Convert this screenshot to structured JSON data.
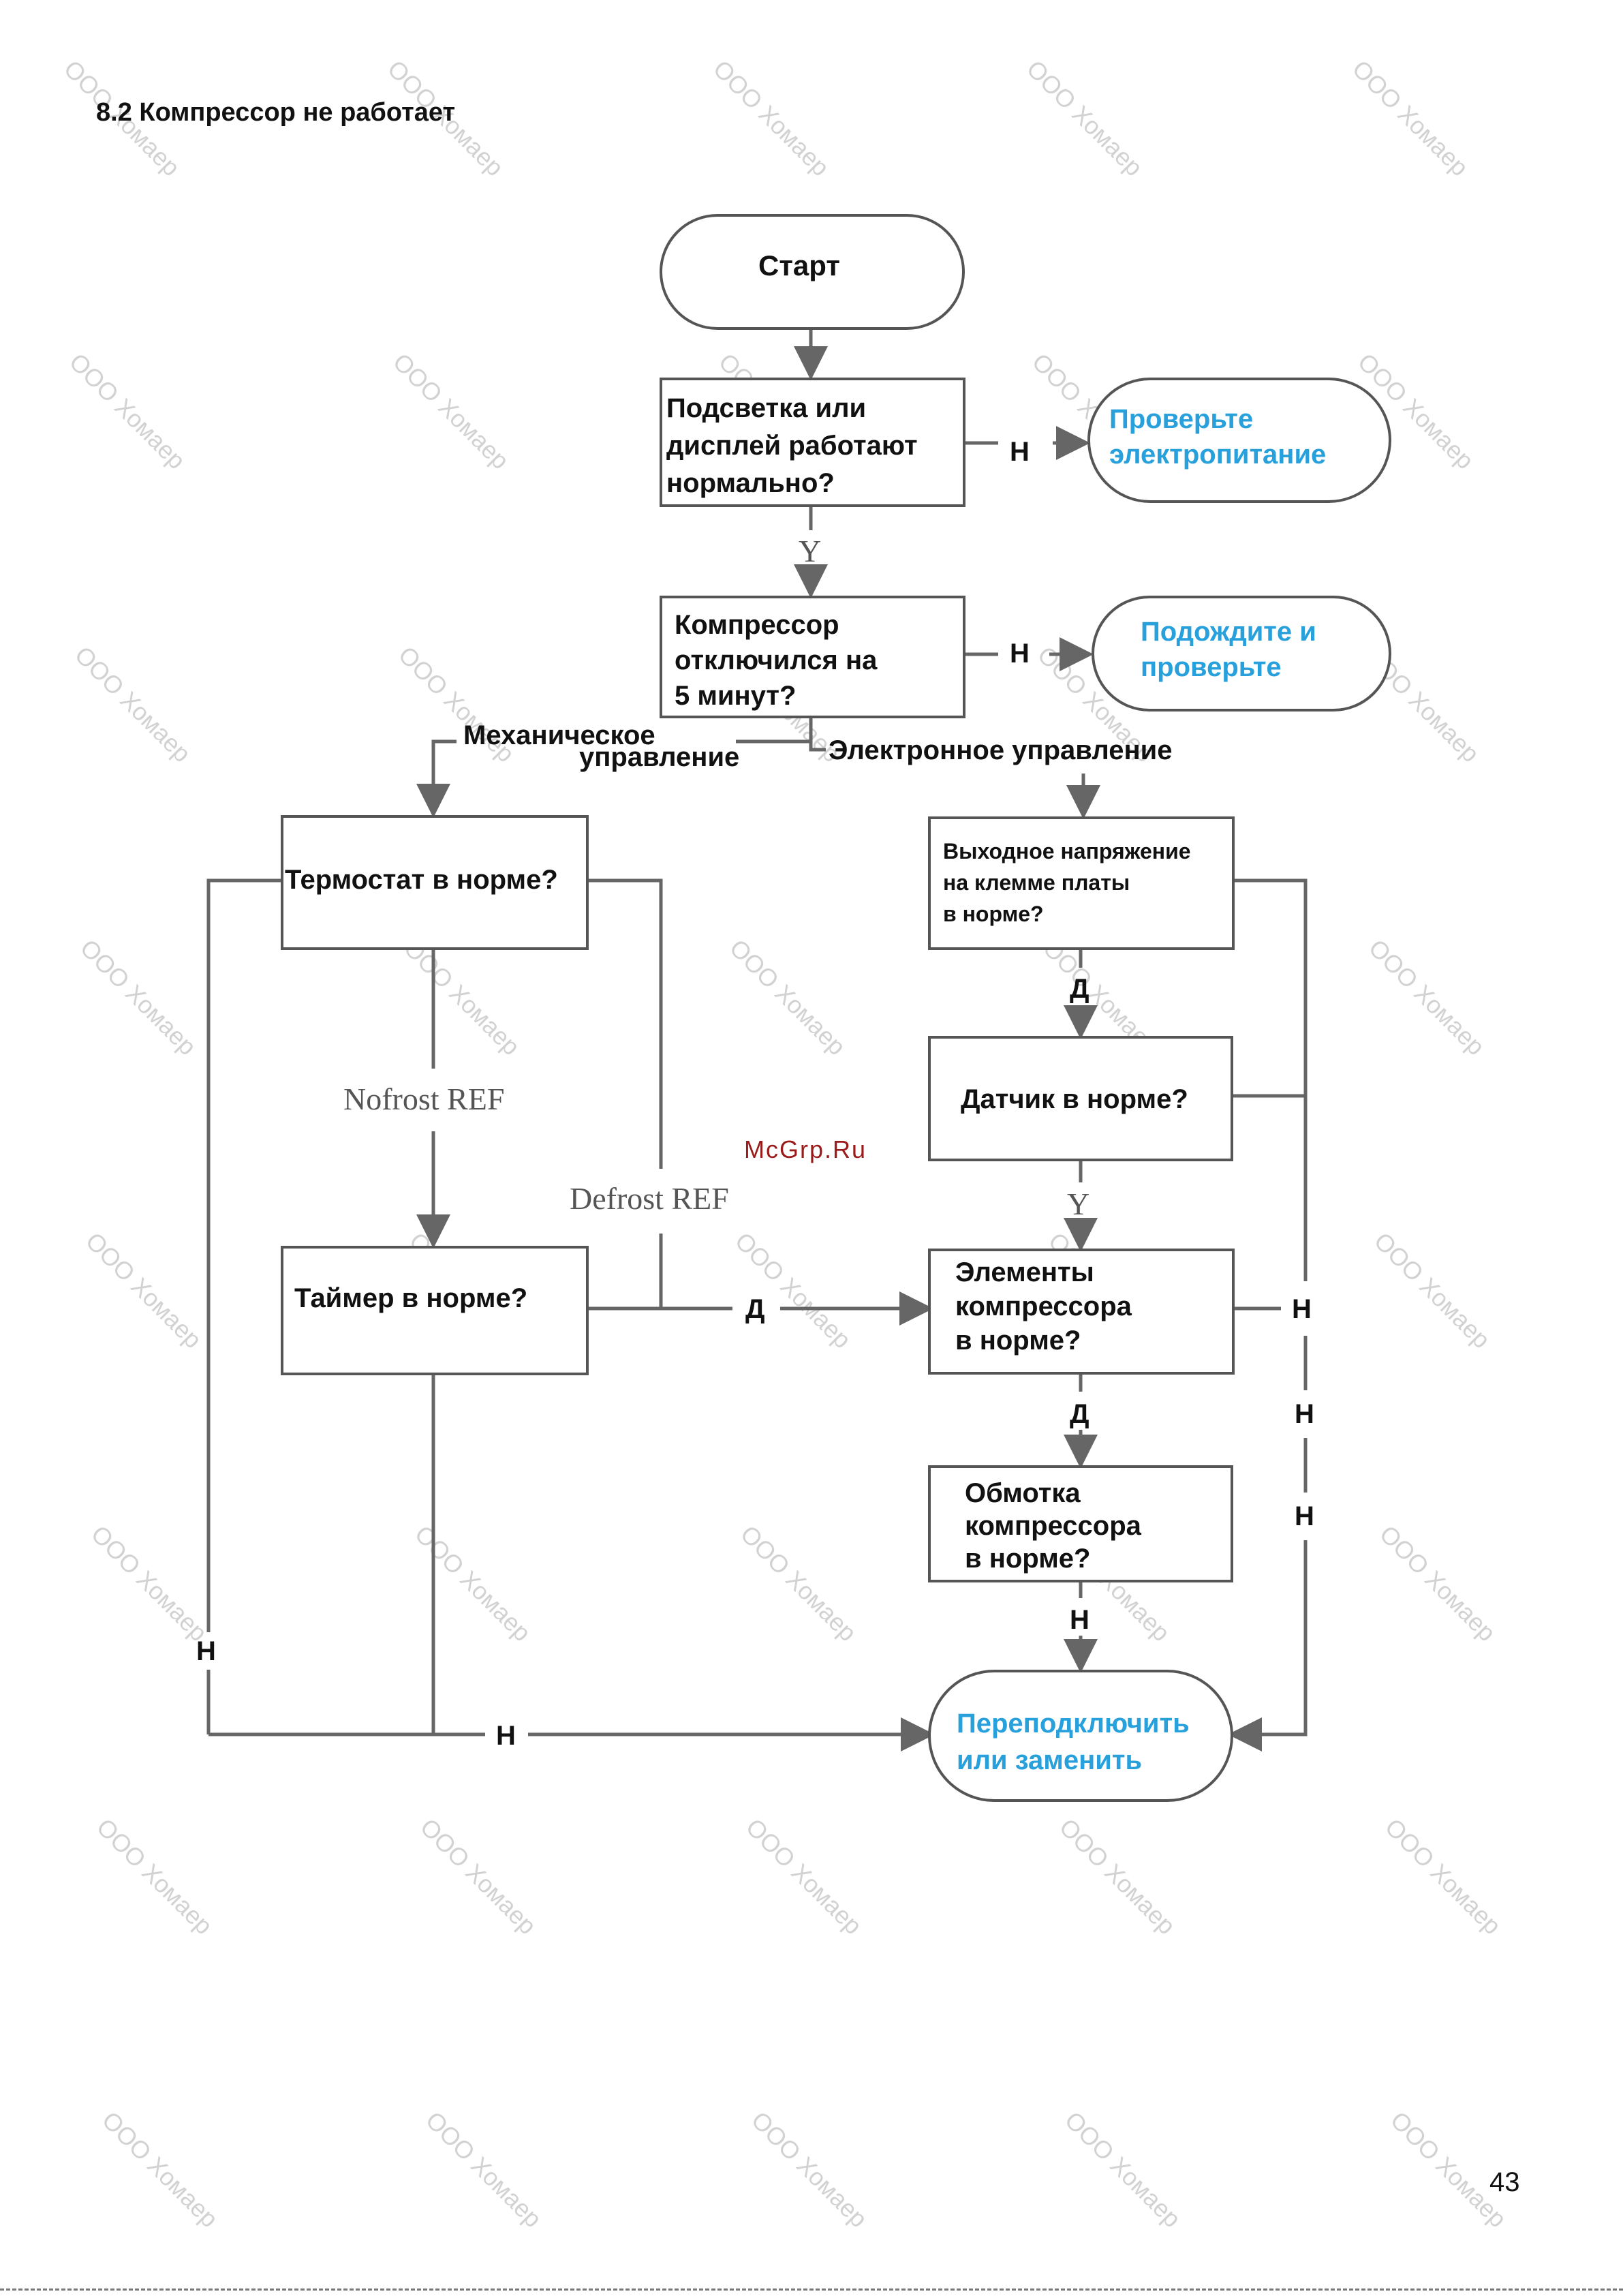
{
  "header": {
    "title": "8.2 Компрессор не работает"
  },
  "footer": {
    "page_number": "43",
    "side_watermark": "McGrp.Ru"
  },
  "watermark": {
    "text": "ООО Хомаер"
  },
  "colors": {
    "line": "#666666",
    "box_border": "#555555",
    "action_text": "#27a0dc",
    "page_bg": "#ffffff"
  },
  "flowchart": {
    "nodes": {
      "start": {
        "lines": [
          "Старт"
        ]
      },
      "display_ok": {
        "lines": [
          "Подсветка или",
          "дисплей работают",
          "нормально?"
        ]
      },
      "check_power": {
        "lines": [
          "Проверьте",
          "электропитание"
        ]
      },
      "compressor_off": {
        "lines": [
          "Компрессор",
          "отключился на",
          "5 минут?"
        ]
      },
      "wait_check": {
        "lines": [
          "Подождите и",
          "проверьте"
        ]
      },
      "thermostat": {
        "lines": [
          "Термостат в норме?"
        ]
      },
      "timer": {
        "lines": [
          "Таймер в норме?"
        ]
      },
      "output_voltage": {
        "lines": [
          "Выходное напряжение",
          "на клемме платы",
          "в норме?"
        ]
      },
      "sensor": {
        "lines": [
          "Датчик в норме?"
        ]
      },
      "comp_elements": {
        "lines": [
          "Элементы",
          "компрессора",
          "в норме?"
        ]
      },
      "winding": {
        "lines": [
          "Обмотка",
          "компрессора",
          "в норме?"
        ]
      },
      "reconnect": {
        "lines": [
          "Переподключить",
          "или заменить"
        ]
      }
    },
    "labels": {
      "no_power": "Н",
      "yes_display": "Y",
      "no_wait": "Н",
      "mechanical": [
        "Механическое",
        "управление"
      ],
      "electronic": "Электронное  управление",
      "yes_voltage": "Д",
      "yes_sensor": "Y",
      "yes_elements": "Д",
      "no_winding": "Н",
      "nofrost": "Nofrost REF",
      "defrost": "Defrost REF",
      "yes_timer": "Д",
      "no_thermostat": "Н",
      "no_bottom": "Н",
      "no_elements": "Н",
      "no_right_1": "Н",
      "no_right_2": "Н"
    }
  }
}
